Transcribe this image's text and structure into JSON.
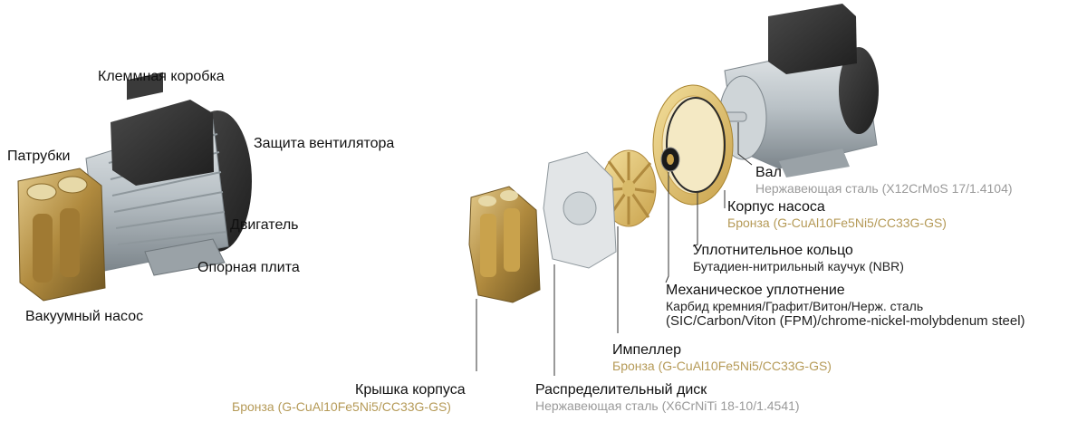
{
  "colors": {
    "bronze": "#b08a3e",
    "bronze_light": "#dcc27a",
    "gold_text": "#b59a57",
    "grey_text": "#9a9a9a",
    "motor_dark": "#2e2e2e",
    "motor_silver": "#b9c1c6"
  },
  "assembled": {
    "terminal_box": "Клеммная коробка",
    "nozzles": "Патрубки",
    "fan_guard": "Защита вентилятора",
    "motor": "Двигатель",
    "base_plate": "Опорная плита",
    "vacuum_pump": "Вакуумный насос"
  },
  "exploded": {
    "shaft": {
      "name": "Вал",
      "material": "Нержавеющая сталь (X12CrMoS 17/1.4104)"
    },
    "pump_casing": {
      "name": "Корпус насоса",
      "material": "Бронза (G-CuAl10Fe5Ni5/CC33G-GS)"
    },
    "o_ring": {
      "name": "Уплотнительное кольцо",
      "material": "Бутадиен-нитрильный каучук (NBR)"
    },
    "mechanical_seal": {
      "name": "Механическое уплотнение",
      "material_ru": "Карбид кремния/Графит/Витон/Нерж. сталь",
      "material_en": "(SIC/Carbon/Viton (FPM)/chrome-nickel-molybdenum steel)"
    },
    "impeller": {
      "name": "Импеллер",
      "material": "Бронза (G-CuAl10Fe5Ni5/CC33G-GS)"
    },
    "casing_cover": {
      "name": "Крышка корпуса",
      "material": "Бронза (G-CuAl10Fe5Ni5/CC33G-GS)"
    },
    "distribution_disc": {
      "name": "Распределительный диск",
      "material": "Нержавеющая сталь (X6CrNiTi 18-10/1.4541)"
    }
  }
}
